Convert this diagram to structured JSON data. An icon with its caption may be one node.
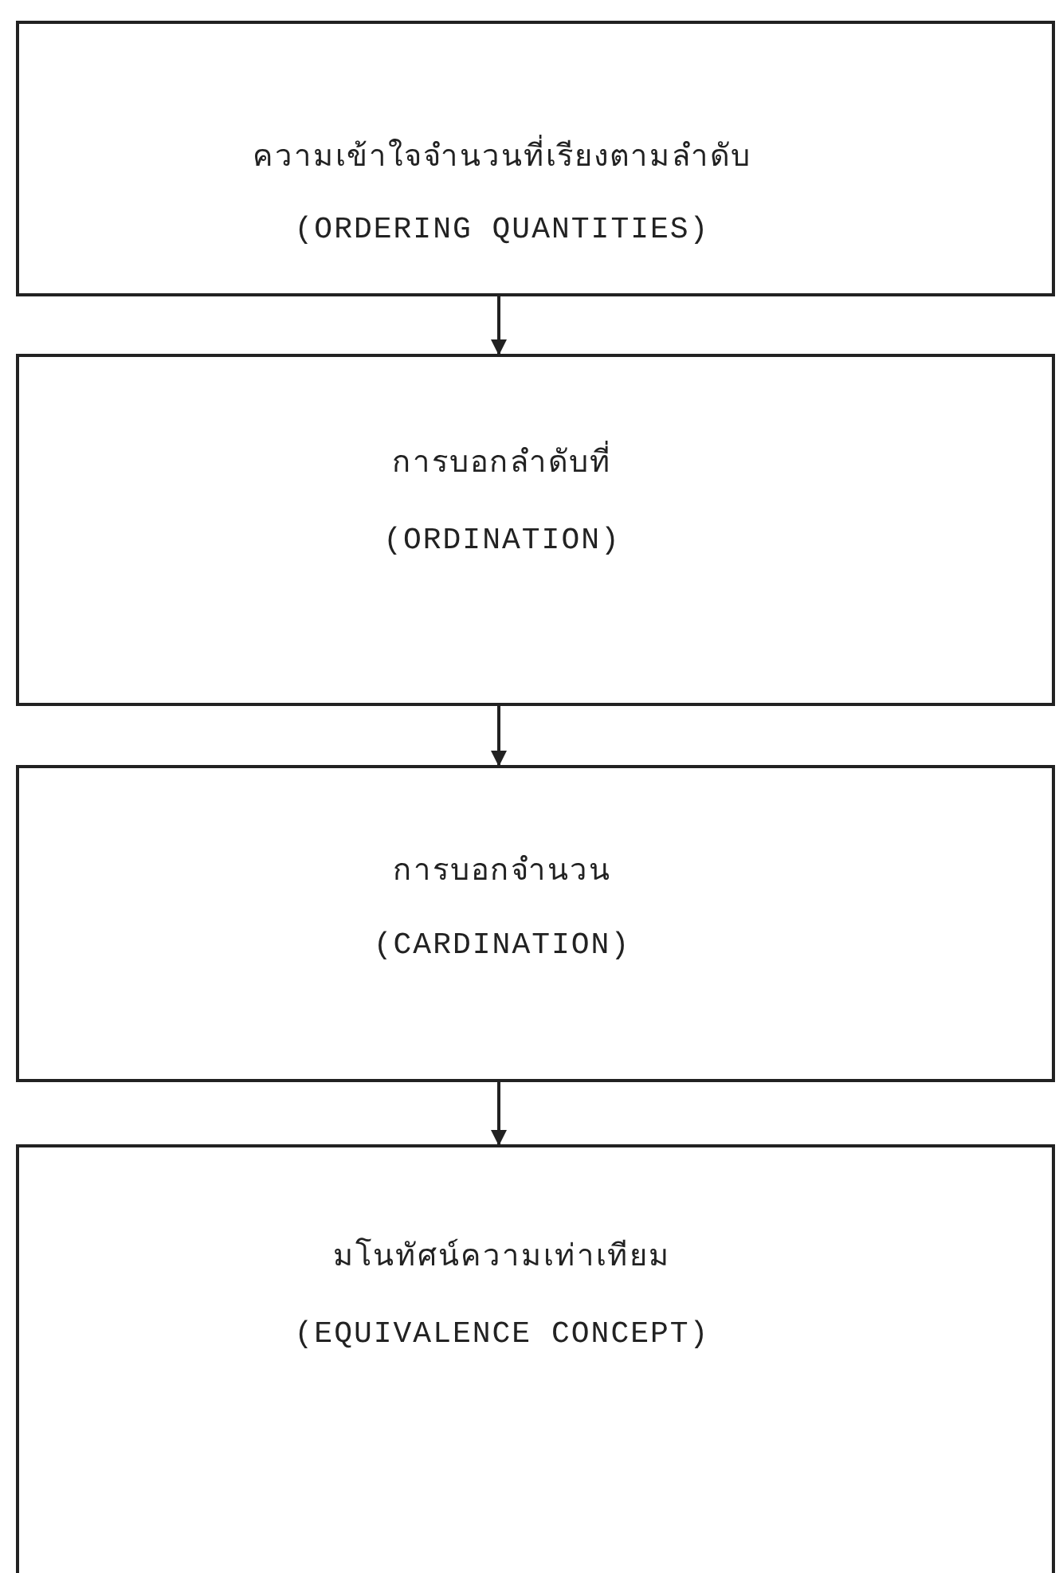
{
  "diagram": {
    "nodes": [
      {
        "text": [
          "ความเข้าใจจำนวนที่เรียงตามลำดับ",
          "(ORDERING QUANTITIES)"
        ]
      },
      {
        "text": [
          "การบอกลำดับที่",
          "(ORDINATION)"
        ]
      },
      {
        "text": [
          "การบอกจำนวน",
          "(CARDINATION)"
        ]
      },
      {
        "text": [
          "มโนทัศน์ความเท่าเทียม",
          "(EQUIVALENCE CONCEPT)"
        ]
      }
    ],
    "edges": [
      {
        "from": 0,
        "to": 1,
        "arrow": "to"
      },
      {
        "from": 1,
        "to": 2,
        "arrow": "to"
      },
      {
        "from": 2,
        "to": 3,
        "arrow": "to"
      }
    ]
  }
}
